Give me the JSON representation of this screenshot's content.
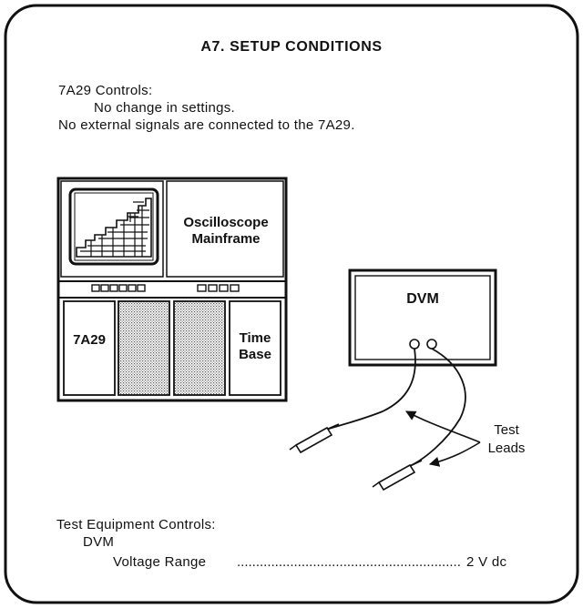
{
  "title": "A7. SETUP CONDITIONS",
  "plugin_controls": {
    "heading": "7A29 Controls:",
    "line1": "No change in settings.",
    "line2": "No external signals are connected to the 7A29."
  },
  "diagram": {
    "mainframe_label_1": "Oscilloscope",
    "mainframe_label_2": "Mainframe",
    "left_plugin_label": "7A29",
    "timebase_label_1": "Time",
    "timebase_label_2": "Base",
    "dvm_label": "DVM",
    "leads_label_1": "Test",
    "leads_label_2": "Leads"
  },
  "test_equipment": {
    "heading": "Test Equipment Controls:",
    "instrument": "DVM",
    "setting_name": "Voltage Range",
    "leader_dots": "........................................................................................",
    "setting_value": "2 V dc"
  }
}
